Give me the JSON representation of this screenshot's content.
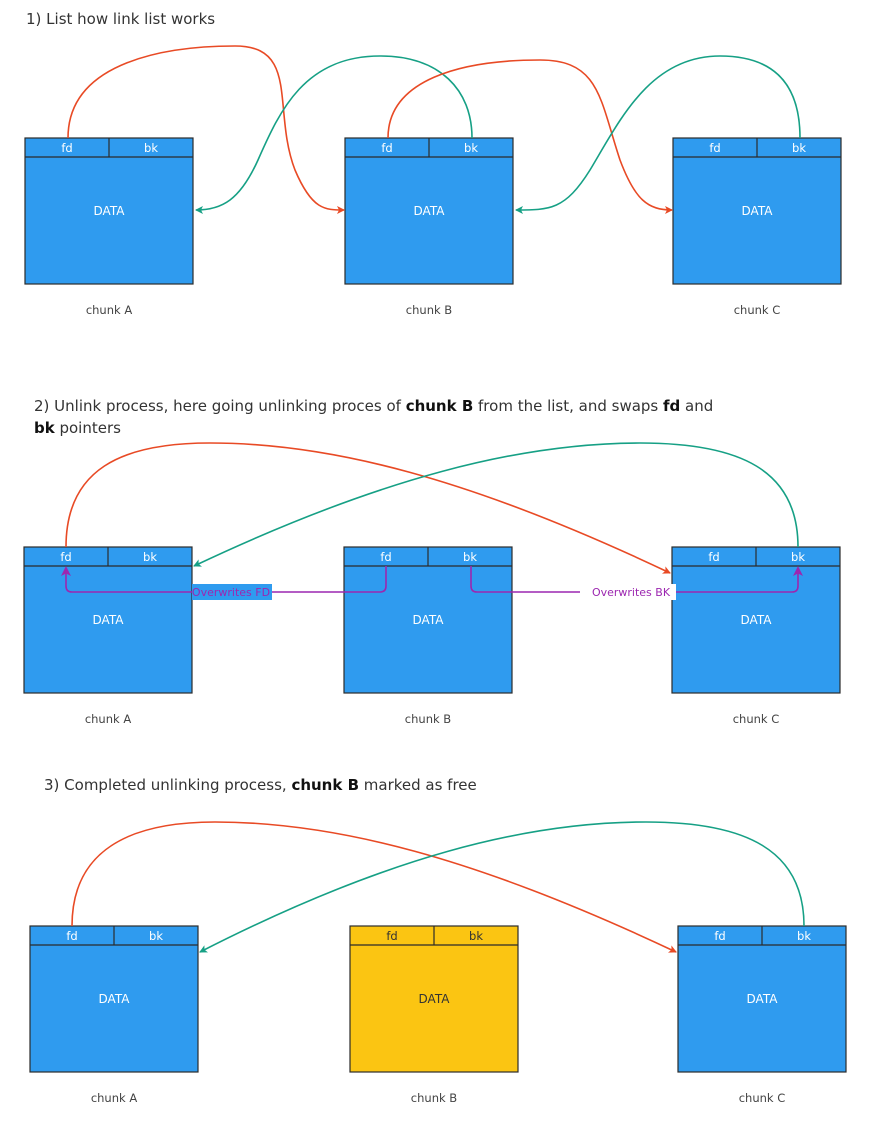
{
  "section1": {
    "title": "1) List how link list works"
  },
  "section2": {
    "title_parts": [
      "2) Unlink process, here going unlinking proces of ",
      "chunk B",
      " from the list, and swaps ",
      "fd",
      " and",
      "bk",
      " pointers"
    ],
    "note_fd": "Overwrites FD",
    "note_bk": "Overwrites BK"
  },
  "section3": {
    "title_parts": [
      "3) Completed unlinking process, ",
      "chunk B",
      " marked as free"
    ]
  },
  "labels": {
    "fd": "fd",
    "bk": "bk",
    "data": "DATA"
  },
  "chunks": [
    "chunk A",
    "chunk B",
    "chunk C"
  ],
  "colors": {
    "chunk_fill": "#2f9bef",
    "free_fill": "#fbc512",
    "border": "#2b2b2b",
    "fd_arrow": "#e84a25",
    "bk_arrow": "#16a085",
    "overwrite": "#9c27b0"
  }
}
